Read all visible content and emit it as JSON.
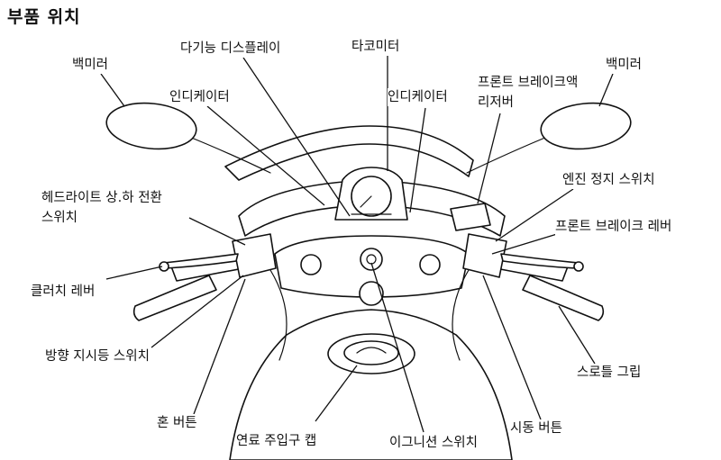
{
  "page_title": "부품 위치",
  "labels": {
    "mirror_left": "백미러",
    "multi_display": "다기능 디스플레이",
    "tachometer": "타코미터",
    "mirror_right": "백미러",
    "indicator_left": "인디케이터",
    "indicator_right": "인디케이터",
    "front_brake_reservoir_line1": "프론트 브레이크액",
    "front_brake_reservoir_line2": "리저버",
    "engine_stop_switch": "엔진 정지 스위치",
    "headlight_switch_line1": "헤드라이트 상.하 전환",
    "headlight_switch_line2": "스위치",
    "front_brake_lever": "프론트 브레이크 레버",
    "clutch_lever": "클러치 레버",
    "turn_signal_switch": "방향 지시등 스위치",
    "throttle_grip": "스로틀 그립",
    "horn_button": "혼 버튼",
    "fuel_filler_cap": "연료 주입구 캡",
    "ignition_switch": "이그니션 스위치",
    "start_button": "시동 버튼"
  }
}
